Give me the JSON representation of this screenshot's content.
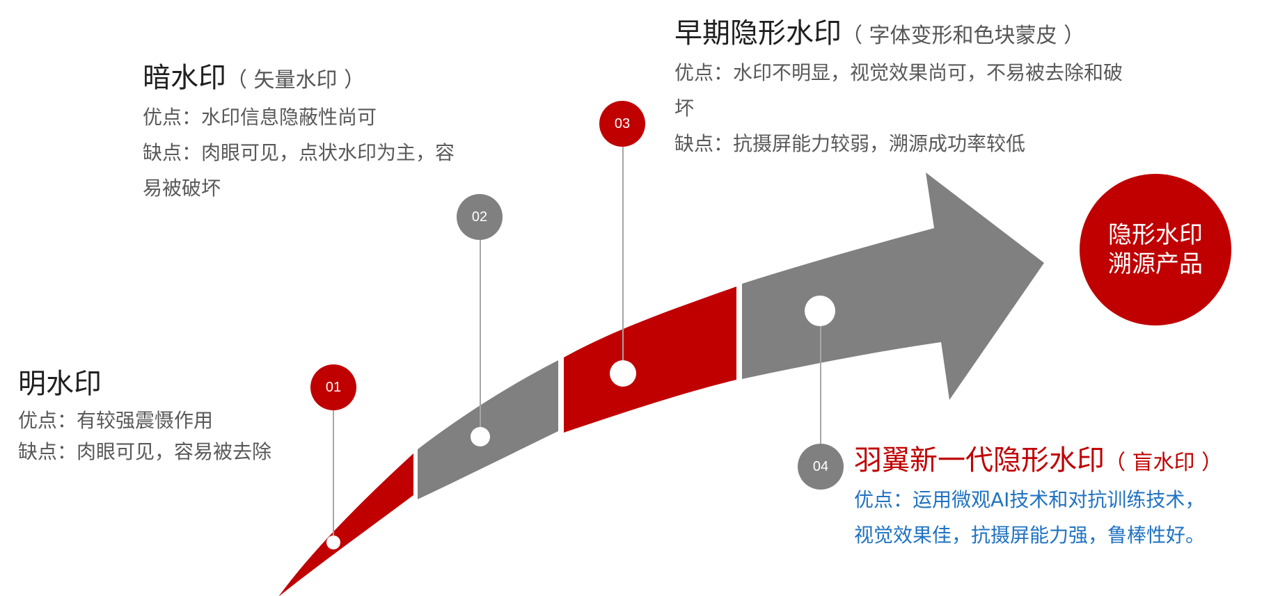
{
  "colors": {
    "accent_red": "#c00000",
    "gray": "#808080",
    "blue_text": "#1f72c2"
  },
  "stages": [
    {
      "badge": "01",
      "title": "明水印",
      "subtitle": "",
      "lines": [
        "优点：有较强震慑作用",
        "缺点：肉眼可见，容易被去除"
      ]
    },
    {
      "badge": "02",
      "title": "暗水印",
      "subtitle": "（ 矢量水印 ）",
      "lines": [
        "优点：水印信息隐蔽性尚可",
        "缺点：肉眼可见，点状水印为主，容",
        "易被破坏"
      ]
    },
    {
      "badge": "03",
      "title": "早期隐形水印",
      "subtitle": "（ 字体变形和色块蒙皮 ）",
      "lines": [
        "优点：水印不明显，视觉效果尚可，不易被去除和破",
        "坏",
        "缺点：抗摄屏能力较弱，溯源成功率较低"
      ]
    },
    {
      "badge": "04",
      "title": "羽翼新一代隐形水印",
      "subtitle": "（ 盲水印 ）",
      "lines": [
        "优点：运用微观AI技术和对抗训练技术，",
        "视觉效果佳，抗摄屏能力强，鲁棒性好。"
      ]
    }
  ],
  "goal": {
    "line1": "隐形水印",
    "line2": "溯源产品"
  }
}
